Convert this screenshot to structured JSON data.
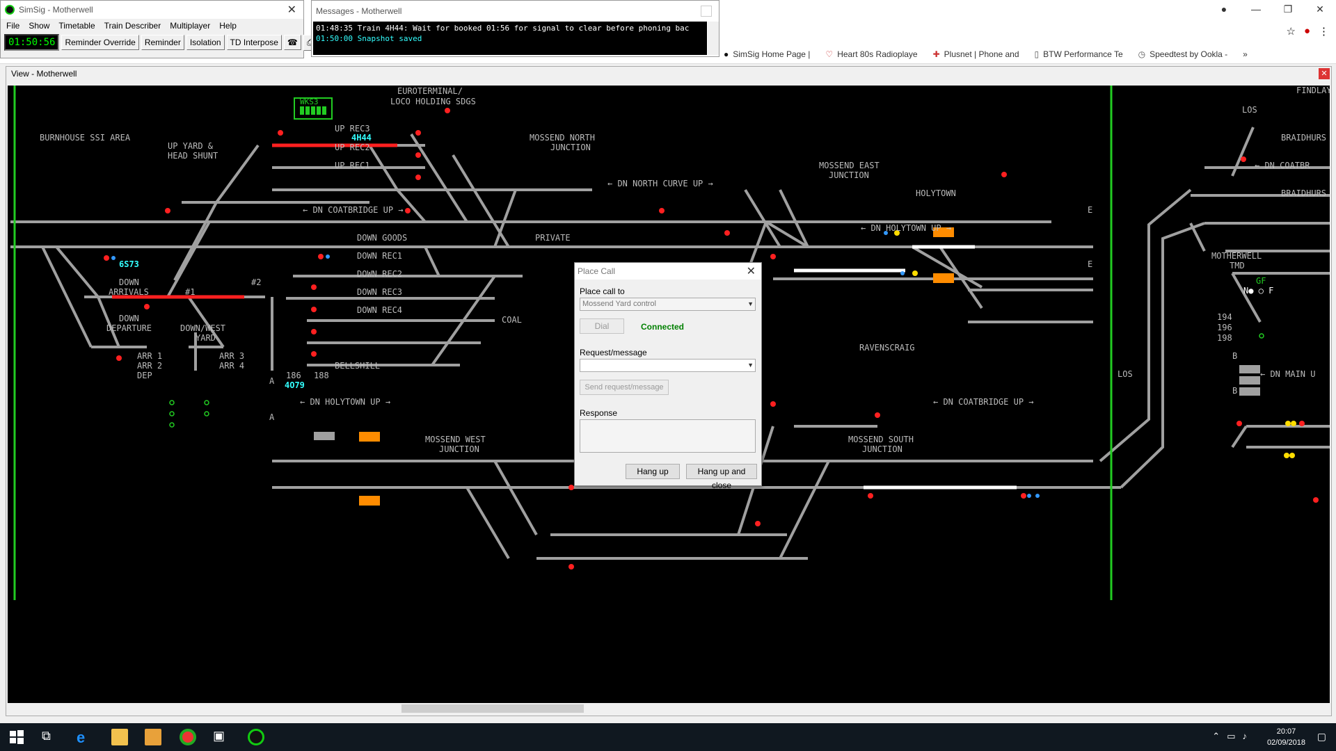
{
  "browser": {
    "bookmarks": [
      "SimSig Home Page |",
      "Heart 80s Radioplaye",
      "Plusnet | Phone and",
      "BTW Performance Te",
      "Speedtest by Ookla -"
    ],
    "nav_chevron": "»"
  },
  "simsig": {
    "title": "SimSig - Motherwell",
    "menu": [
      "File",
      "Show",
      "Timetable",
      "Train Describer",
      "Multiplayer",
      "Help"
    ],
    "clock": "01:50:56",
    "toolbar": [
      "Reminder Override",
      "Reminder",
      "Isolation",
      "TD Interpose"
    ]
  },
  "messages": {
    "title": "Messages - Motherwell",
    "lines": [
      {
        "text": "01:48:35 Train 4H44: Wait for booked 01:56 for signal to clear before phoning bac",
        "color": "#ffffff"
      },
      {
        "text": "01:50:00 Snapshot saved",
        "color": "#33ffff"
      }
    ]
  },
  "view": {
    "title": "View - Motherwell",
    "labels": {
      "euroterminal": "EUROTERMINAL/",
      "loco_holding": "LOCO HOLDING SDGS",
      "burnhouse": "BURNHOUSE SSI AREA",
      "up_yard_1": "UP YARD &",
      "up_yard_2": "HEAD SHUNT",
      "up_rec3": "UP REC3",
      "up_rec2": "UP REC2",
      "up_rec1": "UP REC1",
      "mossend_north_1": "MOSSEND NORTH",
      "mossend_north_2": "JUNCTION",
      "mossend_east_1": "MOSSEND EAST",
      "mossend_east_2": "JUNCTION",
      "holytown": "HOLYTOWN",
      "dn_north_curve": "← DN NORTH CURVE UP →",
      "dn_coatbridge_up_top": "← DN COATBRIDGE UP →",
      "dn_holytown_up_right": "← DN HOLYTOWN UP →",
      "down_goods": "DOWN GOODS",
      "private": "PRIVATE",
      "down_rec1": "DOWN REC1",
      "down_rec2": "DOWN REC2",
      "down_rec3": "DOWN REC3",
      "down_rec4": "DOWN REC4",
      "coal": "COAL",
      "down_arrivals_1": "DOWN",
      "down_arrivals_2": "ARRIVALS",
      "down_departure_1": "DOWN",
      "down_departure_2": "DEPARTURE",
      "down_west_1": "DOWN/WEST",
      "down_west_2": "YARD",
      "hash1": "#1",
      "hash2": "#2",
      "arr1": "ARR 1",
      "arr2": "ARR 2",
      "dep": "DEP",
      "arr3": "ARR 3",
      "arr4": "ARR 4",
      "bellshill": "BELLSHILL",
      "b186": "186",
      "b188": "188",
      "dn_holytown_up_left": "← DN HOLYTOWN UP →",
      "ravenscraig": "RAVENSCRAIG",
      "dn_coatbridge_up_bottom": "← DN COATBRIDGE UP →",
      "mossend_west_1": "MOSSEND WEST",
      "mossend_west_2": "JUNCTION",
      "mossend_south_1": "MOSSEND SOUTH",
      "mossend_south_2": "JUNCTION",
      "los_top": "LOS",
      "los_bottom": "LOS",
      "findlay": "FINDLAY",
      "braidhurst_1": "BRAIDHURS",
      "dn_coatbr": "← DN COATBR",
      "braidhurst_2": "BRAIDHURS",
      "motherwell_tmd_1": "MOTHERWELL",
      "motherwell_tmd_2": "TMD",
      "gf": "GF",
      "no_f": "N● ○ F",
      "n194": "194",
      "n196": "196",
      "n198": "198",
      "dn_main": "← DN MAIN U",
      "b_top": "B",
      "b_bottom": "B",
      "e_top": "E",
      "e_bottom": "E",
      "a_top": "A",
      "a_bottom": "A"
    },
    "train_descriptions": {
      "wks3": "WKS3",
      "up_rec3": "4H44",
      "arrivals": "6S73",
      "bellshill": "4O79"
    }
  },
  "place_call": {
    "title": "Place Call",
    "place_call_to_label": "Place call to",
    "place_call_to_value": "Mossend Yard control",
    "dial_label": "Dial",
    "status": "Connected",
    "request_label": "Request/message",
    "send_label": "Send request/message",
    "response_label": "Response",
    "hang_up_label": "Hang up",
    "hang_up_close_label": "Hang up and close"
  },
  "taskbar": {
    "time": "20:07",
    "date": "02/09/2018"
  },
  "colors": {
    "track": "#a0a0a0",
    "route_set": "#ff2020",
    "route_white": "#ffffff",
    "signal_red": "#ff2020",
    "signal_blue": "#3399ff",
    "td_cyan": "#33ffff",
    "green": "#22cc22",
    "orange": "#ff8c00",
    "connected_green": "#008000"
  }
}
